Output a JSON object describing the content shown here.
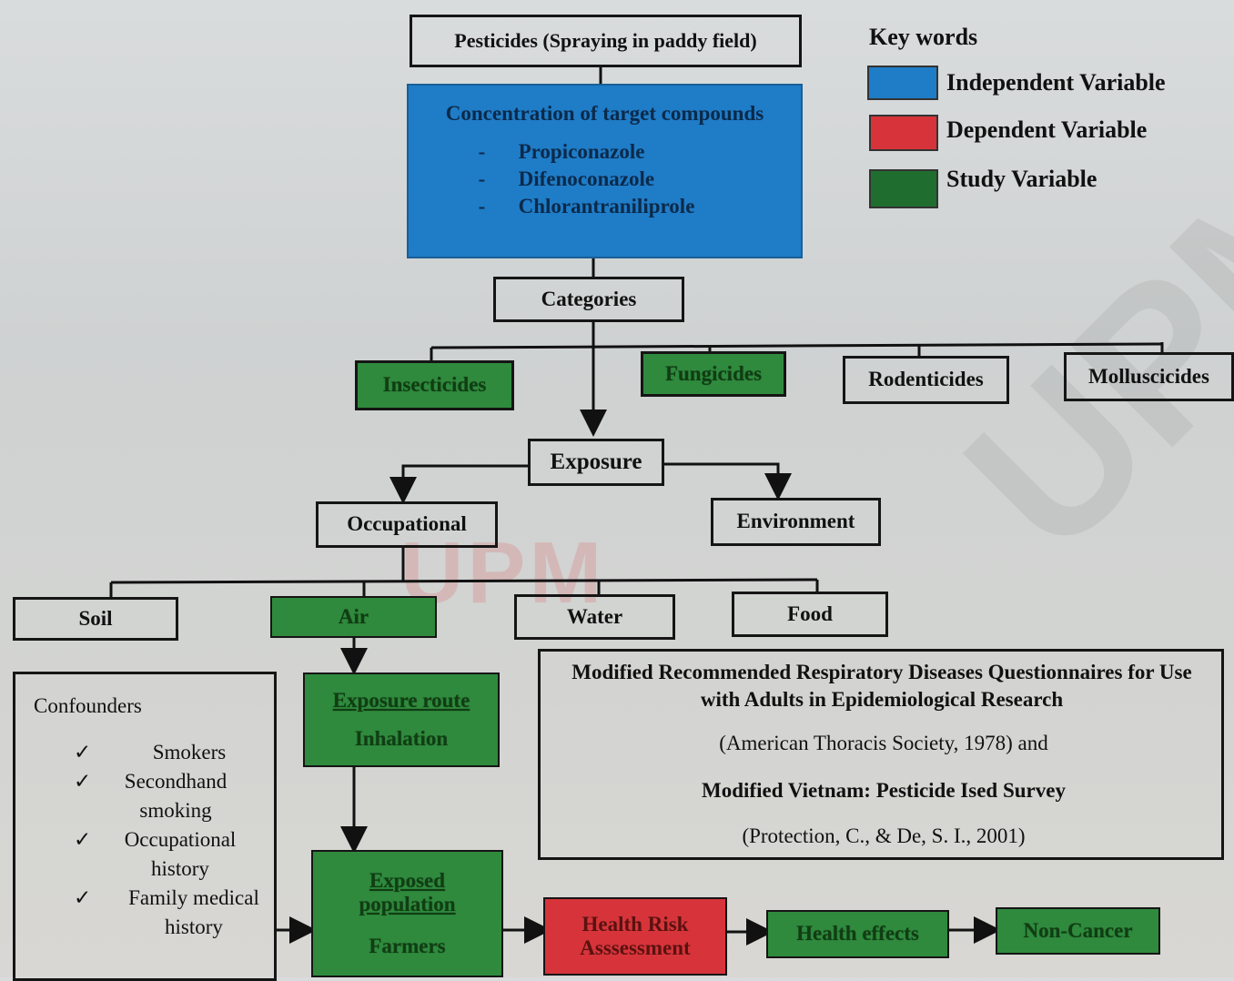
{
  "top_box": "Pesticides (Spraying in paddy field)",
  "concentration": {
    "title": "Concentration of target compounds",
    "compounds": [
      "Propiconazole",
      "Difenoconazole",
      "Chlorantraniliprole"
    ]
  },
  "categories": {
    "label": "Categories",
    "items": [
      "Insecticides",
      "Fungicides",
      "Rodenticides",
      "Molluscicides"
    ]
  },
  "exposure": "Exposure",
  "occupational": "Occupational",
  "environment": "Environment",
  "media": [
    "Soil",
    "Air",
    "Water",
    "Food"
  ],
  "exposure_route": {
    "title": "Exposure route",
    "value": "Inhalation"
  },
  "exposed_population": {
    "title": "Exposed population",
    "value": "Farmers"
  },
  "health_risk": "Health Risk Asssessment",
  "health_effects": "Health effects",
  "non_cancer": "Non-Cancer",
  "confounders": {
    "title": "Confounders",
    "items": [
      "Smokers",
      "Secondhand smoking",
      "Occupational history",
      "Family medical history"
    ]
  },
  "questionnaire": {
    "title": "Modified Recommended Respiratory Diseases Questionnaires for Use with Adults in Epidemiological Research",
    "source1": "(American Thoracis Society, 1978) and",
    "title2": "Modified Vietnam: Pesticide Ised Survey",
    "source2": "(Protection, C., & De, S. I., 2001)"
  },
  "legend": {
    "title": "Key words",
    "items": [
      {
        "label": "Independent Variable",
        "color": "#1f7cc7"
      },
      {
        "label": "Dependent Variable",
        "color": "#d6343a"
      },
      {
        "label": "Study Variable",
        "color": "#1f6e2f"
      }
    ]
  },
  "watermark": "UPM",
  "colors": {
    "study": "#2f8a3d",
    "independent": "#1f7cc7",
    "dependent": "#d6343a"
  }
}
